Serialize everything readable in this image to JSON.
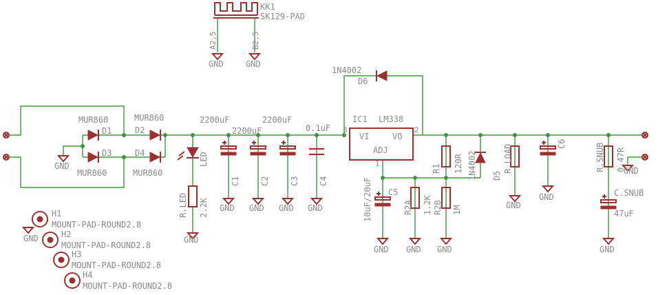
{
  "heatsink": {
    "name": "KK1",
    "value": "SK129-PAD",
    "pin_a": "A2,5",
    "pin_b": "B2,5"
  },
  "gnd_label": "GND",
  "d6": {
    "name": "D6",
    "value": "1N4002"
  },
  "ic1": {
    "name": "IC1",
    "value": "LM338",
    "vi": "VI",
    "vo": "VO",
    "adj": "ADJ",
    "pin1": "1",
    "pin2": "2",
    "pin3": "3"
  },
  "d1": {
    "name": "D1",
    "value": "MUR860"
  },
  "d2": {
    "name": "D2",
    "value": "MUR860"
  },
  "d3": {
    "name": "D3",
    "value": "MUR860"
  },
  "d4": {
    "name": "D4",
    "value": "MUR860"
  },
  "led": {
    "name": "LED"
  },
  "r_led": {
    "name": "R.LED",
    "value": "2.2K"
  },
  "c1": {
    "name": "C1",
    "value": "2200uF"
  },
  "c2": {
    "name": "C2",
    "value": "2200uF"
  },
  "c3": {
    "name": "C3",
    "value": "2200uF"
  },
  "c4": {
    "name": "C4",
    "value": "0.1uF"
  },
  "c5": {
    "name": "C5",
    "value": "10uF/20uF"
  },
  "r1": {
    "name": "R1",
    "value": "120R"
  },
  "r2a": {
    "name": "R2A",
    "value": "1.2K"
  },
  "r2b": {
    "name": "R2B",
    "value": "1M"
  },
  "d5": {
    "name": "D5",
    "value": "1N4002"
  },
  "r_load": {
    "name": "R.LOAD"
  },
  "c6": {
    "name": "C6"
  },
  "r_snub": {
    "name": "R.SNUB",
    "value": "0.47R"
  },
  "c_snub": {
    "name": "C.SNUB",
    "value": "47uF"
  },
  "mounts": [
    {
      "name": "H1",
      "value": "MOUNT-PAD-ROUND2.8"
    },
    {
      "name": "H2",
      "value": "MOUNT-PAD-ROUND2.8"
    },
    {
      "name": "H3",
      "value": "MOUNT-PAD-ROUND2.8"
    },
    {
      "name": "H4",
      "value": "MOUNT-PAD-ROUND2.8"
    }
  ]
}
